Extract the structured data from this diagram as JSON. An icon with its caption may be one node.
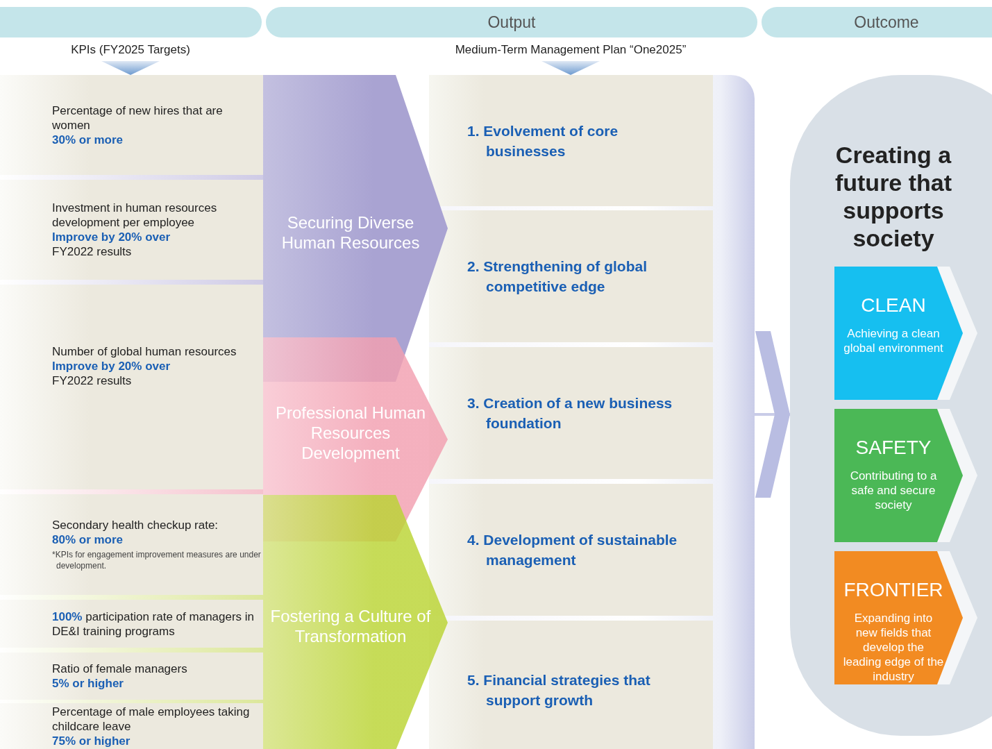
{
  "diagram": {
    "nodes": [
      {
        "text": [],
        "shape": "bar"
      },
      {
        "text": [
          "Output"
        ]
      },
      {
        "text": [
          "Outcome"
        ]
      },
      {
        "text": [
          "Percentage of new hires that are women",
          "**30% or more**"
        ]
      },
      {
        "text": [
          "Investment in human resources development per employee",
          "**Improve by 20% over**",
          "FY2022 results"
        ]
      },
      {
        "text": [
          "Number of global human resources",
          "**Improve by 20% over**",
          "FY2022 results"
        ]
      },
      {
        "text": [
          "Secondary health checkup rate:",
          "**80% or more**",
          "*KPIs for engagement improvement measures are under development."
        ]
      },
      {
        "text": [
          "**100%** participation rate of managers in DE&I training programs"
        ]
      },
      {
        "text": [
          "Ratio of female managers",
          "**5% or higher**"
        ]
      },
      {
        "text": [
          "Percentage of male employees taking childcare leave",
          "**75% or higher**"
        ]
      },
      {
        "text": [
          "Securing Diverse Human Resources"
        ]
      },
      {
        "text": [
          "Professional Human Resources Development"
        ]
      },
      {
        "text": [
          "Fostering a Culture of Transformation"
        ]
      },
      {
        "text": [],
        "shape": "box"
      },
      {
        "text": [
          "1. Evolvement of core businesses"
        ],
        "in": 13
      },
      {
        "text": [
          "2. Strengthening of global competitive edge"
        ],
        "in": 13
      },
      {
        "text": [
          "3. Creation of a new business foundation"
        ],
        "in": 13
      },
      {
        "text": [
          "4. Development of sustainable management"
        ],
        "in": 13
      },
      {
        "text": [
          "5. Financial strategies that support growth"
        ],
        "in": 13
      },
      {
        "text": [
          "Creating a future that supports society"
        ]
      },
      {
        "text": [
          "CLEAN",
          "Achieving a clean global environment"
        ],
        "in": 19
      },
      {
        "text": [
          "SAFETY",
          "Contributing to a safe and secure society"
        ],
        "in": 19
      },
      {
        "text": [
          "FRONTIER",
          "Expanding into new fields that develop the leading edge of the industry"
        ],
        "in": 19
      }
    ],
    "edges": [
      {
        "from": 13,
        "to": 19,
        "arrow": "to"
      }
    ],
    "labels": [
      "KPIs (FY2025 Targets)",
      "Medium-Term Management Plan “One2025”"
    ]
  }
}
